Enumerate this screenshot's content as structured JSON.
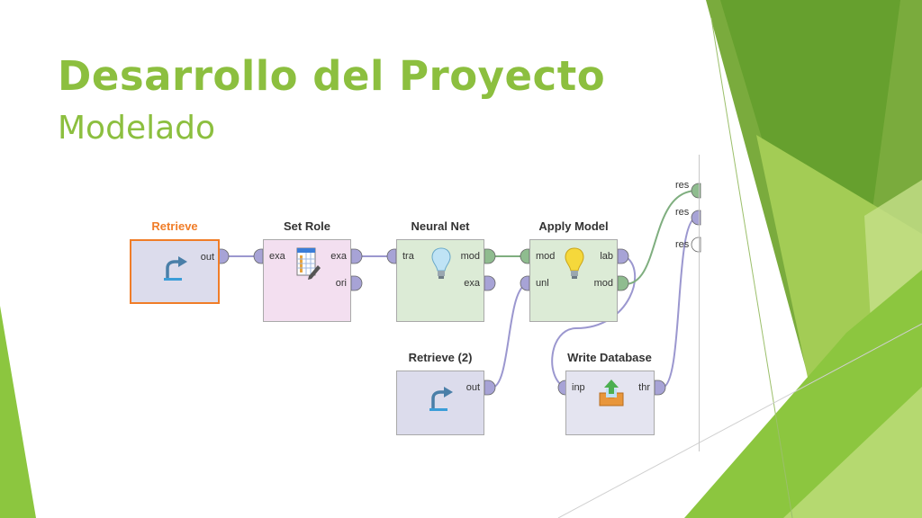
{
  "slide": {
    "title": "Desarrollo del Proyecto",
    "subtitle": "Modelado"
  },
  "colors": {
    "title_green": "#8cbf3f",
    "retrieve_fill": "#dcdcec",
    "setrole_fill": "#f3dff0",
    "learner_fill": "#dcebd6",
    "writer_fill": "#e4e4f0",
    "port_purple": "#a7a3d6",
    "port_green": "#8fbc8f",
    "selected_orange": "#f07d28"
  },
  "operators": {
    "retrieve": {
      "name": "Retrieve",
      "ports": {
        "out": "out"
      }
    },
    "set_role": {
      "name": "Set Role",
      "ports": {
        "in_exa": "exa",
        "out_exa": "exa",
        "out_ori": "ori"
      }
    },
    "neural_net": {
      "name": "Neural Net",
      "ports": {
        "in_tra": "tra",
        "out_mod": "mod",
        "out_exa": "exa"
      }
    },
    "apply_model": {
      "name": "Apply Model",
      "ports": {
        "in_mod": "mod",
        "in_unl": "unl",
        "out_lab": "lab",
        "out_mod": "mod"
      }
    },
    "retrieve2": {
      "name": "Retrieve (2)",
      "ports": {
        "out": "out"
      }
    },
    "write_db": {
      "name": "Write Database",
      "ports": {
        "in_inp": "inp",
        "out_thr": "thr"
      }
    }
  },
  "result_ports": [
    "res",
    "res",
    "res"
  ]
}
